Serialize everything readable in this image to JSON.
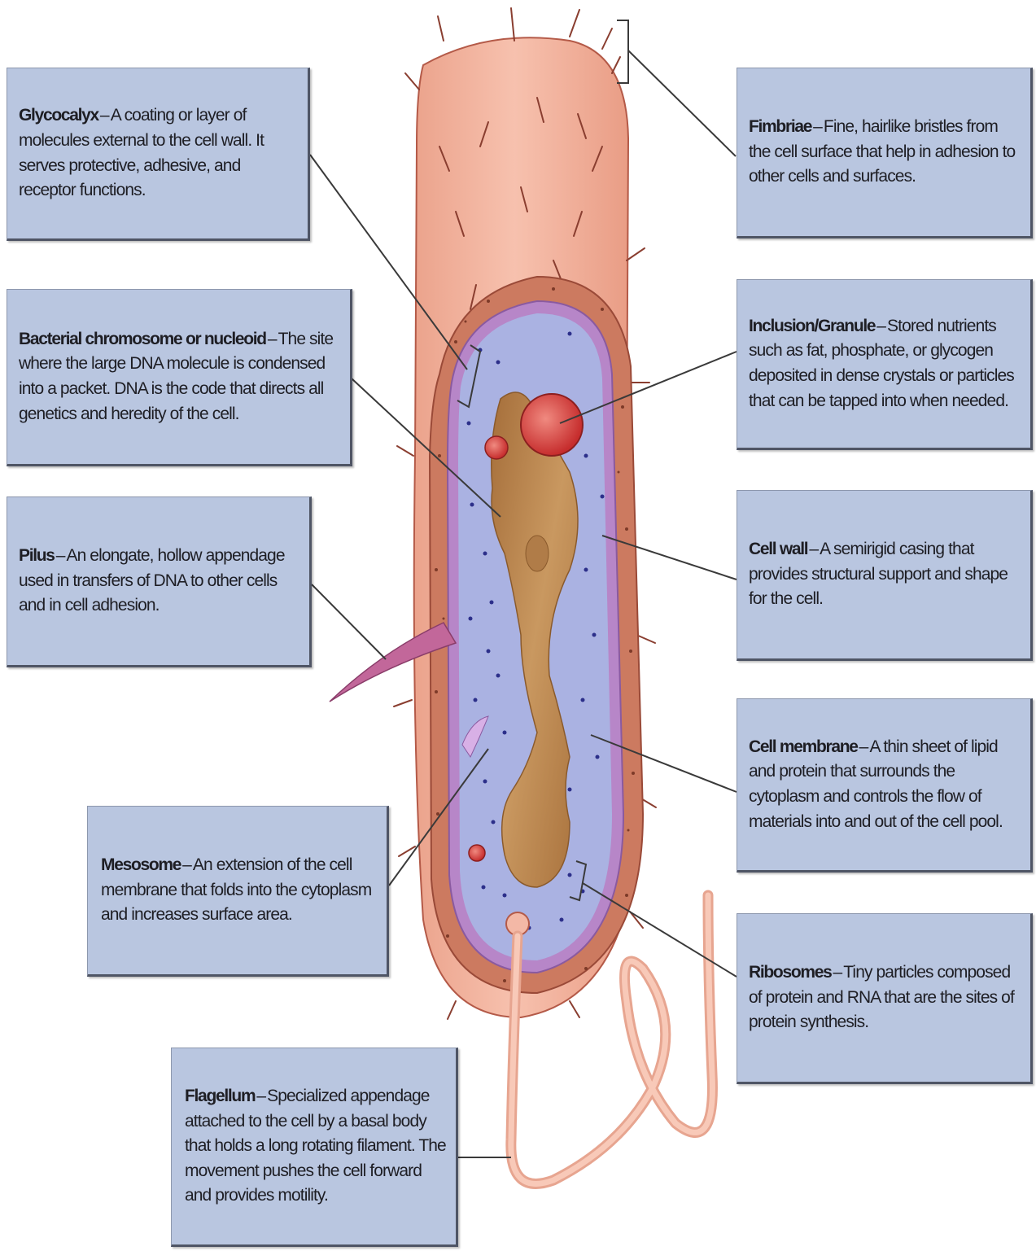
{
  "labels": {
    "glycocalyx": {
      "term": "Glycocalyx",
      "dash": "–",
      "desc": "A coating or layer of molecules external to the cell wall.  It serves protective, adhesive, and receptor functions."
    },
    "nucleoid": {
      "term": "Bacterial chromosome or nucleoid",
      "dash": "–",
      "desc": "The site where the large DNA molecule is condensed into a packet.  DNA is the code that directs all genetics and heredity of the cell."
    },
    "pilus": {
      "term": "Pilus",
      "dash": "–",
      "desc": "An elongate, hollow appendage used in transfers of DNA to other cells and in cell adhesion."
    },
    "mesosome": {
      "term": "Mesosome",
      "dash": "–",
      "desc": "An extension of the cell membrane that folds into the cytoplasm and increases surface area."
    },
    "flagellum": {
      "term": "Flagellum",
      "dash": "–",
      "desc": "Specialized appendage attached to the cell by a basal body that holds a long rotating filament. The movement pushes the cell forward and provides motility."
    },
    "fimbriae": {
      "term": "Fimbriae",
      "dash": "–",
      "desc": "Fine, hairlike bristles from the cell surface that help in adhesion to other cells and surfaces."
    },
    "inclusion": {
      "term": "Inclusion/Granule",
      "dash": "–",
      "desc": "Stored nutrients such as fat, phosphate, or glycogen deposited in dense crystals or particles that can be tapped into when needed."
    },
    "cell_wall": {
      "term": "Cell wall",
      "dash": "–",
      "desc": "A semirigid casing that provides structural support and shape for the cell."
    },
    "cell_membrane": {
      "term": "Cell membrane",
      "dash": "–",
      "desc": "A thin sheet of lipid and protein that surrounds the cytoplasm and controls the flow of materials into and out of the cell pool."
    },
    "ribosomes": {
      "term": "Ribosomes",
      "dash": "–",
      "desc": "Tiny particles composed of protein and RNA that are the sites of protein synthesis."
    }
  },
  "colors": {
    "label_fill": "#b9c6e0",
    "glycocalyx": "#f4b49f",
    "cell_wall": "#cc7a60",
    "membrane": "#b786c8",
    "cytoplasm": "#aab2e2",
    "nucleoid": "#b8854a",
    "granule": "#d43a3a",
    "ribosome": "#2c2f8a",
    "pilus": "#c2679a"
  }
}
